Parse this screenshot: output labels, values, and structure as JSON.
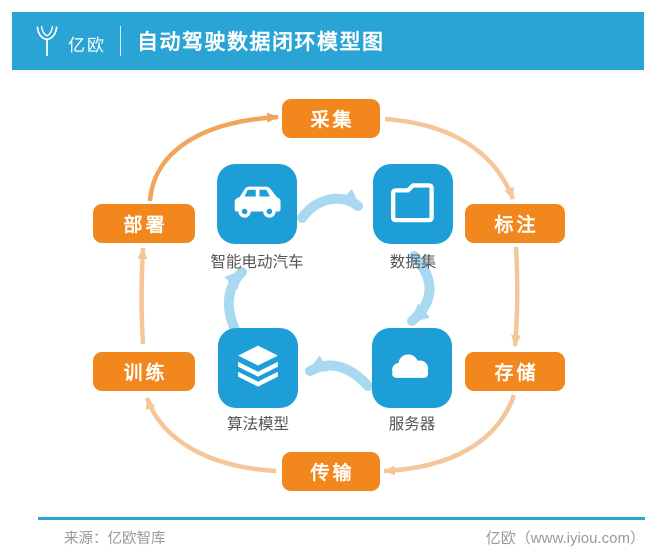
{
  "header": {
    "logo_text": "亿欧",
    "title": "自动驾驶数据闭环模型图"
  },
  "outer_steps": [
    {
      "id": "collect",
      "label": "采集"
    },
    {
      "id": "annotate",
      "label": "标注"
    },
    {
      "id": "store",
      "label": "存储"
    },
    {
      "id": "transmit",
      "label": "传输"
    },
    {
      "id": "train",
      "label": "训练"
    },
    {
      "id": "deploy",
      "label": "部署"
    }
  ],
  "inner_nodes": [
    {
      "id": "vehicle",
      "label": "智能电动汽车",
      "icon": "car-icon"
    },
    {
      "id": "dataset",
      "label": "数据集",
      "icon": "folder-icon"
    },
    {
      "id": "server",
      "label": "服务器",
      "icon": "cloud-icon"
    },
    {
      "id": "model",
      "label": "算法模型",
      "icon": "layers-icon"
    }
  ],
  "flow": {
    "outer_cycle": [
      "采集",
      "标注",
      "存储",
      "传输",
      "训练",
      "部署"
    ],
    "inner_cycle": [
      "智能电动汽车",
      "数据集",
      "服务器",
      "算法模型"
    ]
  },
  "footer": {
    "source": "来源：亿欧智库",
    "credit": "亿欧（www.iyiou.com）"
  },
  "colors": {
    "header_blue": "#2AA4D5",
    "button_orange": "#F2871E",
    "arc_light_orange": "#F6C69B",
    "arc_accent_orange": "#F0A45C",
    "tile_blue": "#1E9ED6",
    "inner_arrow_blue": "#A8D9F1",
    "node_label_gray": "#555555",
    "footer_gray": "#999999"
  }
}
